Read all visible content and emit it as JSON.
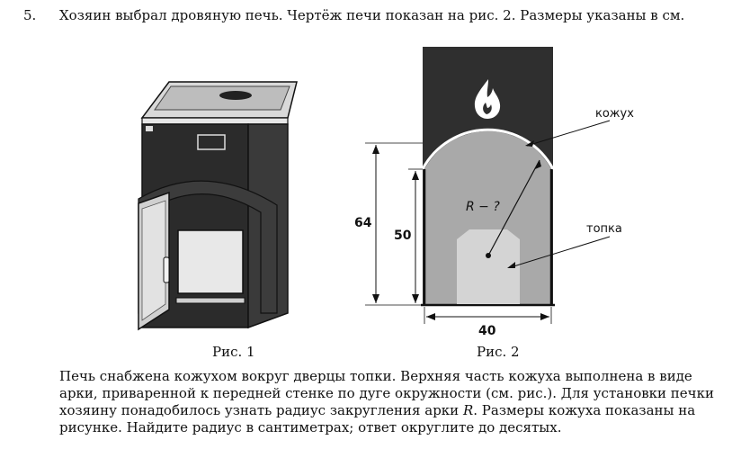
{
  "problem": {
    "number": "5.",
    "statement": "Хозяин выбрал дровяную печь. Чертёж печи показан на рис. 2. Размеры указаны в см."
  },
  "figure1": {
    "caption": "Рис. 1"
  },
  "figure2": {
    "caption": "Рис. 2",
    "label_casing": "кожух",
    "label_firebox": "топка",
    "label_radius": "R − ?",
    "dim_total_height": "64",
    "dim_casing_height": "50",
    "dim_width": "40",
    "icon": "flame-icon"
  },
  "description": {
    "line1": "Печь снабжена кожухом вокруг дверцы топки. Верхняя часть кожуха выполнена в виде",
    "line2": "арки, приваренной к передней стенке по дуге окружности (см. рис.). Для установки печки",
    "line3_before": "хозяину понадобилось узнать радиус закругления арки ",
    "line3_var": "R",
    "line3_after": ". Размеры кожуха показаны на",
    "line4": "рисунке. Найдите радиус в сантиметрах; ответ округлите до десятых."
  },
  "colors": {
    "stove_dark": "#2b2b2b",
    "casing_gray": "#a9a9a9",
    "firebox_light": "#d4d4d4",
    "steel_top": "#c8c8c8"
  }
}
